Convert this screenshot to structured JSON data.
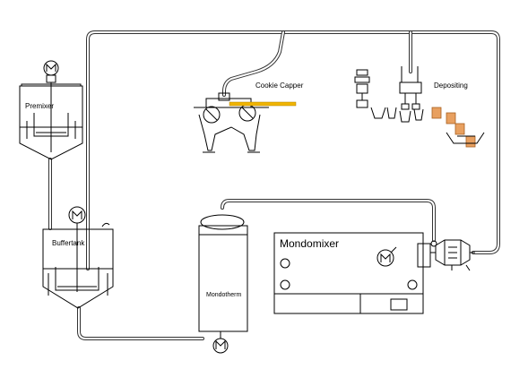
{
  "labels": {
    "premixer": "Premixer",
    "buffertank": "Buffertank",
    "cookie_capper": "Cookie Capper",
    "depositing": "Depositing",
    "mondomixer": "Mondomixer",
    "mondotherm": "Mondotherm"
  },
  "icons": {
    "motor": "motor-icon",
    "heat_exchanger": "heat-exchanger-icon",
    "pump": "pump-icon"
  },
  "colors": {
    "line": "#000000",
    "cookie_bar": "#f0b400",
    "deposit_cup": "#e8a060",
    "panel_fill": "#ffffff"
  }
}
